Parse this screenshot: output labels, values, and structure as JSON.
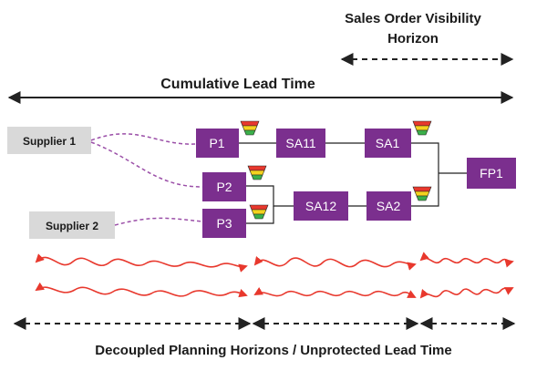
{
  "headings": {
    "sales_order_line1": "Sales Order Visibility",
    "sales_order_line2": "Horizon",
    "cumulative": "Cumulative Lead Time",
    "decoupled": "Decoupled Planning Horizons / Unprotected Lead Time"
  },
  "suppliers": {
    "s1": "Supplier 1",
    "s2": "Supplier 2"
  },
  "nodes": {
    "p1": "P1",
    "p2": "P2",
    "p3": "P3",
    "sa11": "SA11",
    "sa12": "SA12",
    "sa1": "SA1",
    "sa2": "SA2",
    "fp1": "FP1"
  },
  "colors": {
    "purple": "#7b2f8e",
    "supplier_gray": "#d9d9d9",
    "wave_red": "#e8382d",
    "buffer_red": "#e8382d",
    "buffer_yellow": "#f4d21e",
    "buffer_green": "#3bb04a",
    "line": "#222222"
  }
}
